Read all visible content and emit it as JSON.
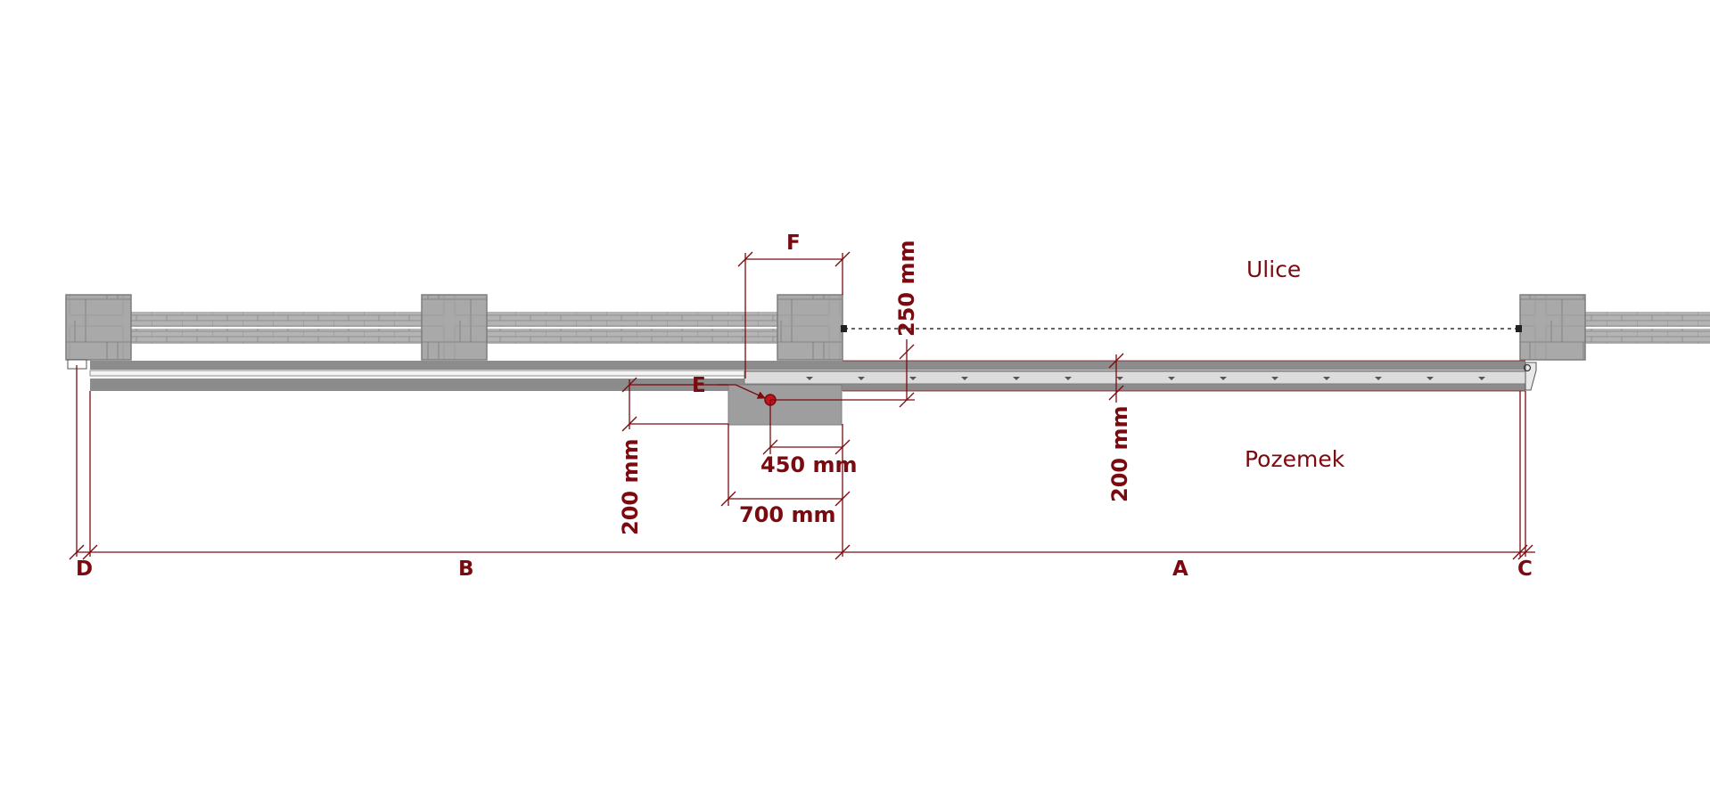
{
  "zones": {
    "street": "Ulice",
    "property": "Pozemek"
  },
  "letters": {
    "a": "A",
    "b": "B",
    "c": "C",
    "d": "D",
    "e": "E",
    "f": "F"
  },
  "dimensions": {
    "depth_250": "250 mm",
    "offset_200_left": "200 mm",
    "offset_200_right": "200 mm",
    "width_450": "450 mm",
    "width_700": "700 mm"
  },
  "colors": {
    "dimension_red": "#7a0a0f",
    "pillar_gray": "#a7a7a7",
    "rail_gray": "#8c8c8c"
  }
}
